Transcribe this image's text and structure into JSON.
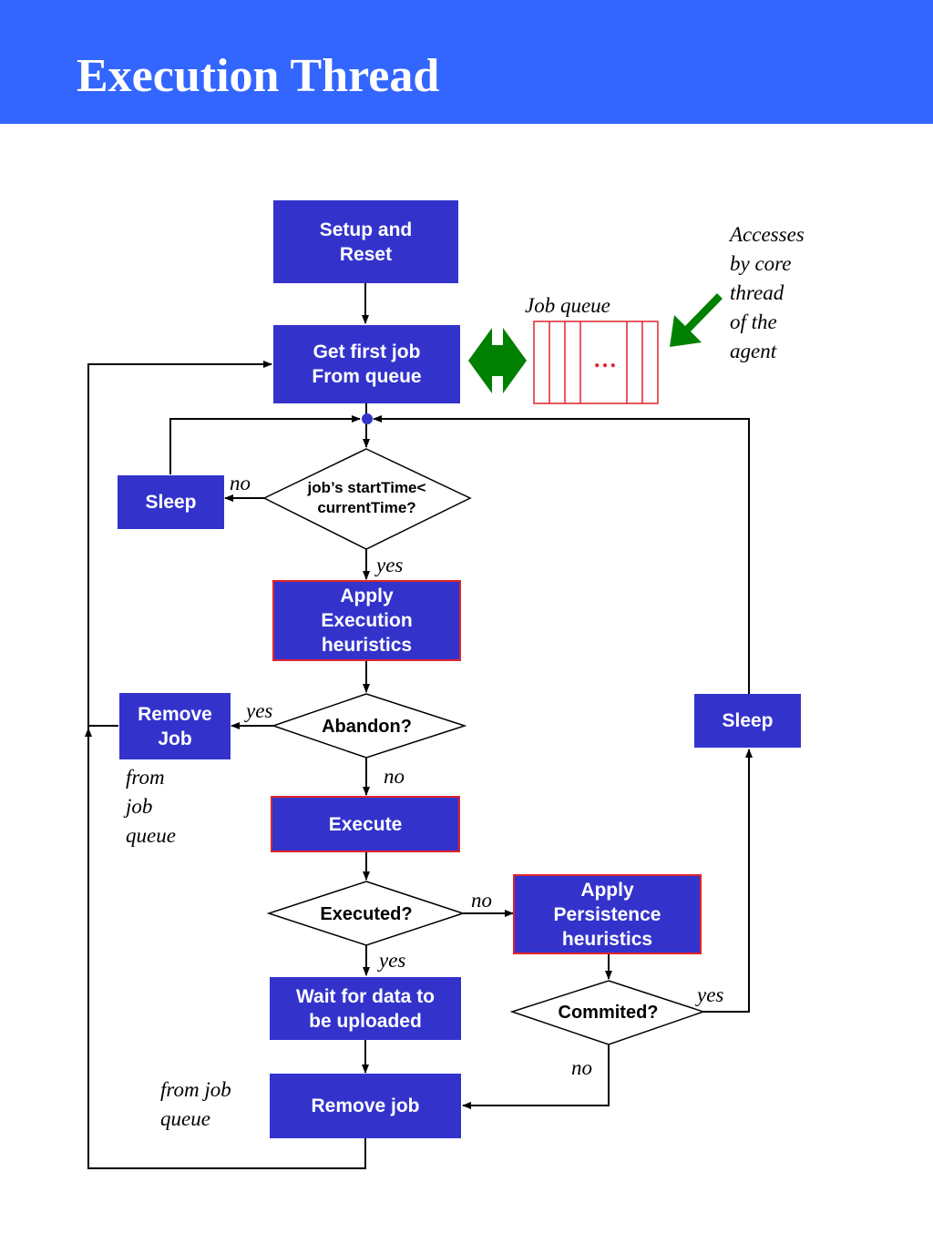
{
  "header": {
    "title": "Execution Thread"
  },
  "colors": {
    "header_bg": "#3366ff",
    "box_fill": "#3333cc",
    "box_border_red": "#e0242c",
    "arrow_green": "#008000",
    "queue_red": "#e0242c"
  },
  "boxes": {
    "setup": "Setup and\nReset",
    "get_first_job": "Get first job\nFrom queue",
    "sleep_left": "Sleep",
    "apply_execution": "Apply\nExecution\nheuristics",
    "remove_job_left": "Remove\nJob",
    "execute": "Execute",
    "apply_persistence": "Apply\nPersistence\nheuristics",
    "wait_upload": "Wait for data to\nbe uploaded",
    "remove_job_bottom": "Remove job",
    "sleep_right": "Sleep"
  },
  "decisions": {
    "start_time": "job’s startTime<\ncurrentTime?",
    "abandon": "Abandon?",
    "executed": "Executed?",
    "commited": "Commited?"
  },
  "labels": {
    "job_queue": "Job queue",
    "queue_dots": "…",
    "accesses": "Accesses\nby core\nthread\nof the\nagent",
    "no_start": "no",
    "yes_start": "yes",
    "yes_abandon": "yes",
    "no_abandon": "no",
    "from_job_queue_1": "from\njob\nqueue",
    "no_executed": "no",
    "yes_executed": "yes",
    "yes_commited": "yes",
    "no_commited": "no",
    "from_job_queue_2": "from job\nqueue"
  },
  "icons": {
    "double_arrow": "green-double-arrow-icon",
    "down_left_arrow": "green-arrow-icon"
  }
}
